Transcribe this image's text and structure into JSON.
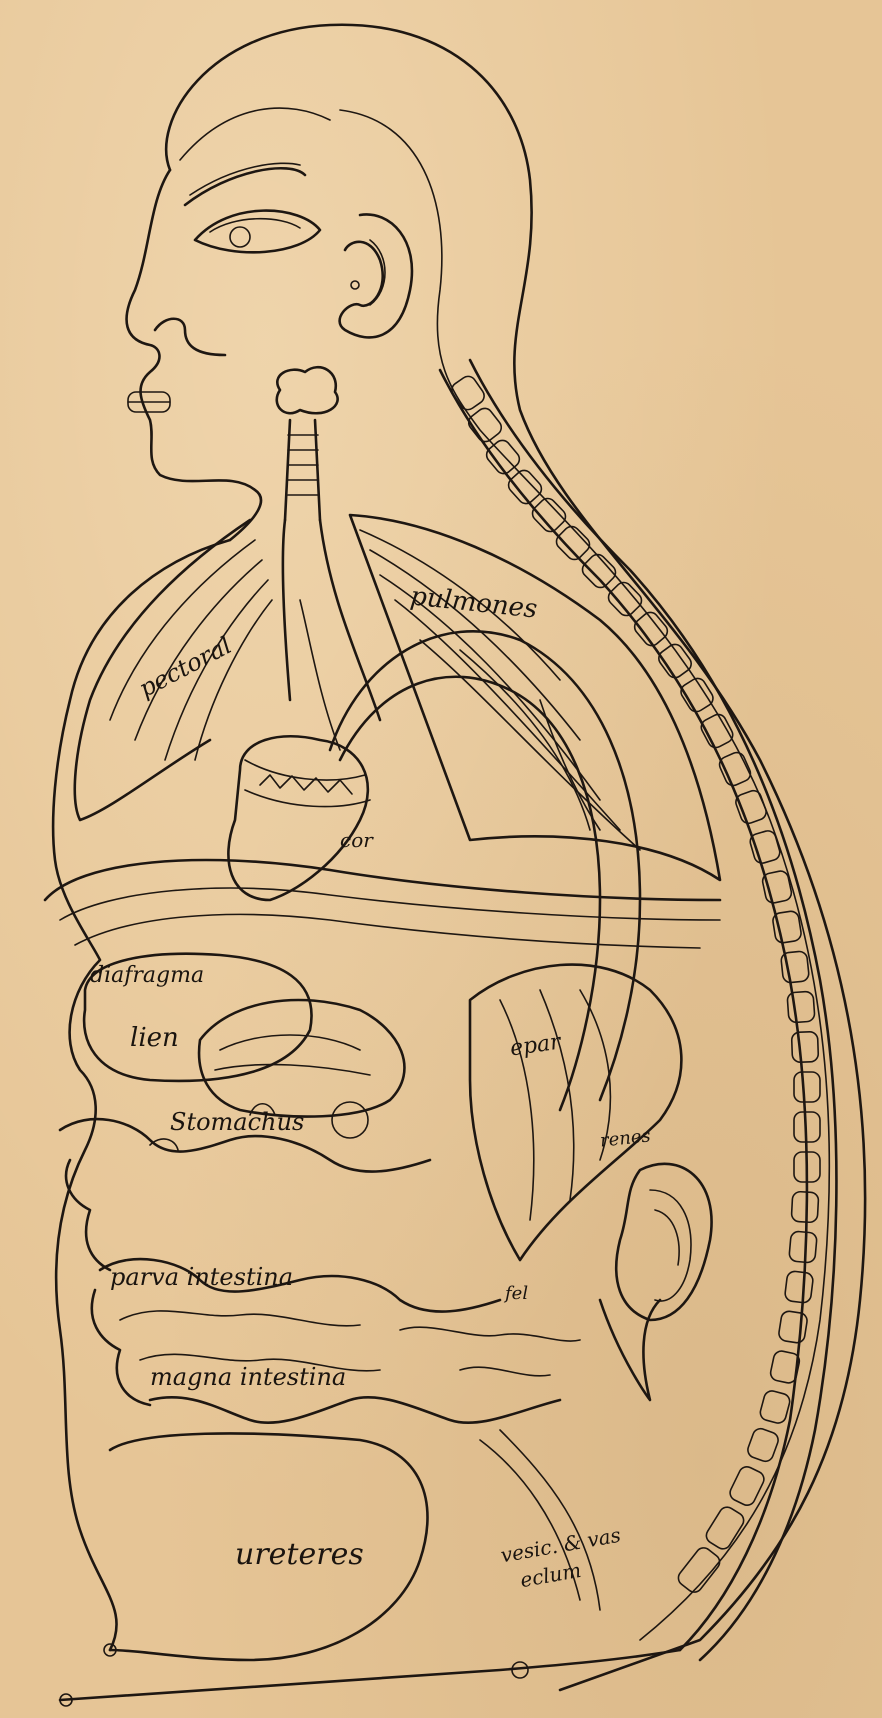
{
  "labels": {
    "pulmones": "pulmones",
    "pectoral": "pectoral",
    "cor": "cor",
    "diafragma": "diafragma",
    "lien": "lien",
    "epar": "epar",
    "renes": "renes",
    "stomachus": "Stomachus",
    "parva_intestina": "parva intestina",
    "magna_intestina": "magna intestina",
    "ureteres": "ureteres",
    "vesica": "vesic. & vas",
    "vesica2": "eclum",
    "fel": "fel"
  },
  "colors": {
    "paper": "#e6c596",
    "ink": "#1e1712"
  }
}
